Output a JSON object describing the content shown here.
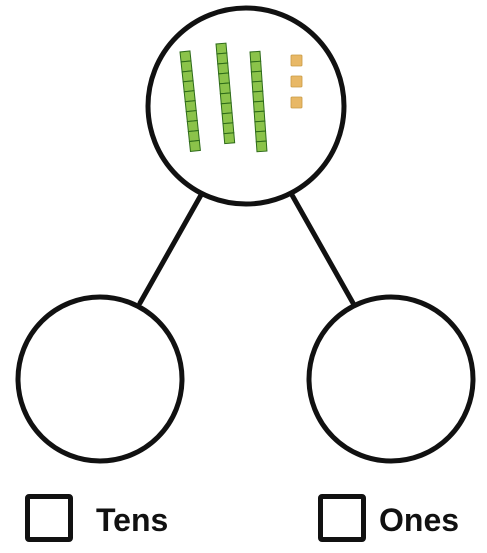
{
  "diagram": {
    "type": "number-bond",
    "whole": {
      "tens_rods": 3,
      "ones_units": 3,
      "rod_color": "#8bc34a",
      "rod_outline": "#2e6b1a",
      "unit_color": "#e8b866",
      "unit_outline": "#c99a44"
    },
    "parts": [
      {
        "id": "tens",
        "label": "Tens"
      },
      {
        "id": "ones",
        "label": "Ones"
      }
    ],
    "line_color": "#111111"
  }
}
